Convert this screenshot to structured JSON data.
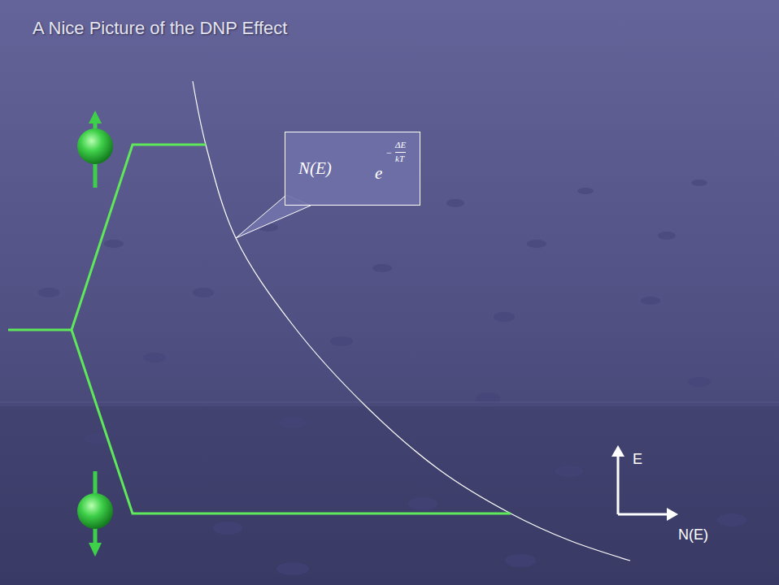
{
  "diagram": {
    "title": "A Nice Picture of the DNP Effect",
    "nodes": [
      {
        "text": [
          "N(E)",
          "e",
          "−",
          "ΔE",
          "kT"
        ]
      }
    ],
    "labels": [
      "E",
      "N(E)"
    ]
  }
}
